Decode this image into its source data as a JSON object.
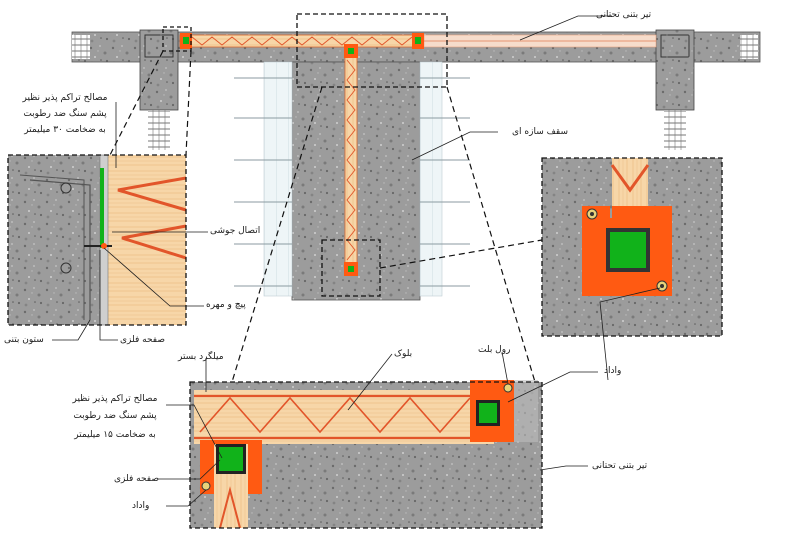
{
  "labels": {
    "ground_beam_top": "تیر بتنی تحتانی",
    "roof_structure": "سقف سازه ای",
    "adhesive_top_1": "مصالح تراکم پذیر نظیر",
    "adhesive_top_2": "پشم سنگ ضد رطوبت",
    "adhesive_top_3": "به ضخامت ۳۰ میلیمتر",
    "weld_connection": "اتصال جوشی",
    "bolt_nut": "پیچ و مهره",
    "steel_plate_left": "صفحه فلزی",
    "concrete_column": "ستون بتنی",
    "block": "بلوک",
    "rawl_bolt": "رول بلت",
    "mesh_bed": "میلگرد بستر",
    "adhesive_bottom_1": "مصالح تراکم پذیر نظیر",
    "adhesive_bottom_2": "پشم سنگ ضد رطوبت",
    "adhesive_bottom_3": "به ضخامت ۱۵ میلیمتر",
    "steel_plate_bottom": "صفحه فلزی",
    "tie_bottom": "واداد",
    "tie_right": "واداد",
    "ground_beam_bottom": "تیر بتنی تحتانی"
  },
  "colors": {
    "concrete": "#9a9a9a",
    "concrete_dark": "#6f6f6f",
    "block_fill": "#f6d3a3",
    "orange": "#ff5a12",
    "rebar_orange": "#e2552a",
    "steel_green": "#11b21a",
    "wall_white": "#e9f1f4",
    "leader": "#1f1f1f"
  }
}
